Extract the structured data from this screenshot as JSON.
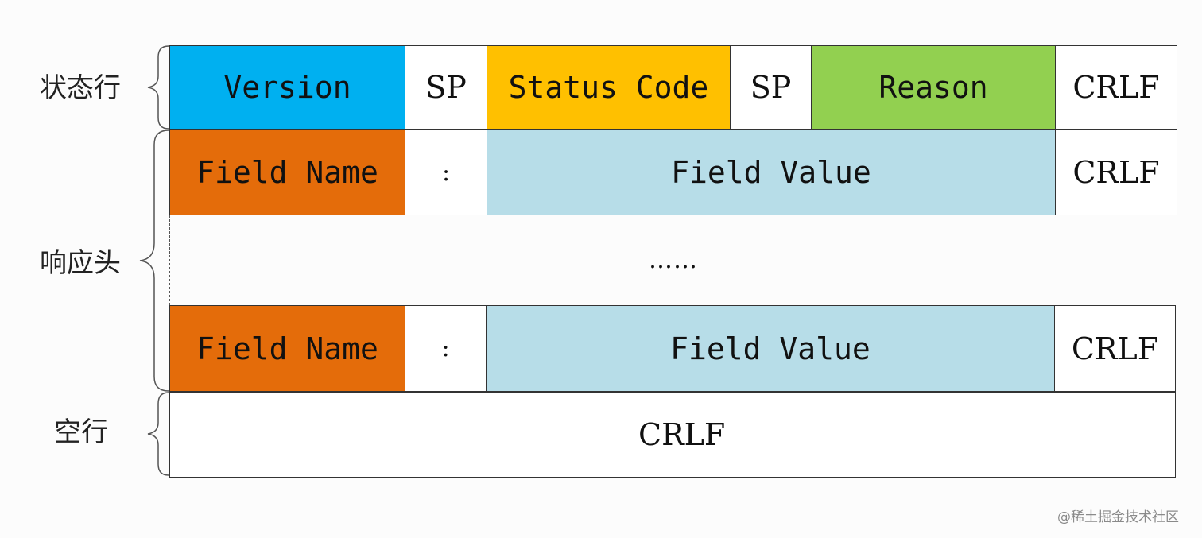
{
  "sections": {
    "status_line": "状态行",
    "response_headers": "响应头",
    "blank_line": "空行"
  },
  "status_line": {
    "version": "Version",
    "sp1": "SP",
    "status_code": "Status Code",
    "sp2": "SP",
    "reason": "Reason",
    "crlf": "CRLF"
  },
  "header_row_1": {
    "field_name": "Field Name",
    "colon": ":",
    "field_value": "Field Value",
    "crlf": "CRLF"
  },
  "ellipsis": "……",
  "header_row_2": {
    "field_name": "Field Name",
    "colon": ":",
    "field_value": "Field Value",
    "crlf": "CRLF"
  },
  "blank_line": {
    "crlf": "CRLF"
  },
  "watermark": "@稀土掘金技术社区",
  "colors": {
    "version": "#00b0f0",
    "status_code": "#ffc000",
    "reason": "#92d050",
    "field_name": "#e46c0a",
    "field_value": "#b7dde8",
    "white": "#ffffff"
  }
}
